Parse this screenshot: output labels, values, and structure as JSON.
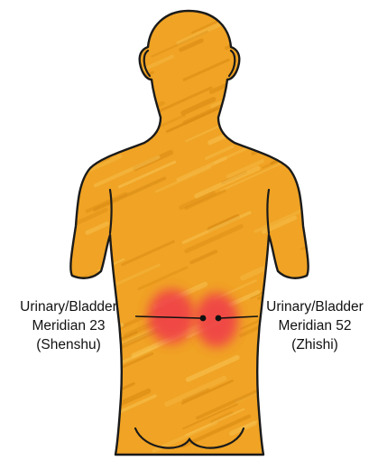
{
  "colors": {
    "body_fill": "#f0a324",
    "body_outline": "#1a1a1a",
    "hatch_light": "#f7c04e",
    "hatch_dark": "#d88a14",
    "hotspot": "#f0404a",
    "point": "#111111"
  },
  "figure": {
    "subject": "human back",
    "icon_names": [
      "acupressure-point-icon",
      "kidney-area-highlight"
    ]
  },
  "labels": {
    "left": {
      "line1": "Urinary/Bladder",
      "line2": "Meridian 23",
      "line3": "(Shenshu)"
    },
    "right": {
      "line1": "Urinary/Bladder",
      "line2": "Meridian 52",
      "line3": "(Zhishi)"
    }
  }
}
